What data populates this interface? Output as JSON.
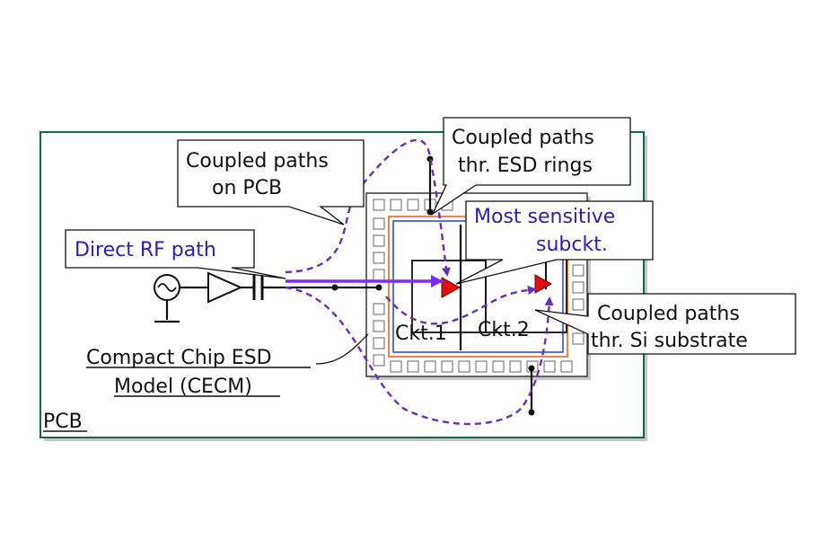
{
  "labels": {
    "pcb": "PCB",
    "coupled_pcb_line1": "Coupled paths",
    "coupled_pcb_line2": "on PCB",
    "coupled_esd_line1": "Coupled paths",
    "coupled_esd_line2": "thr. ESD rings",
    "most_sensitive_line1": "Most sensitive",
    "most_sensitive_line2": "subckt.",
    "direct_rf": "Direct RF path",
    "cecm_line1": "Compact Chip ESD",
    "cecm_line2": "Model (CECM)",
    "substrate_line1": "Coupled paths",
    "substrate_line2": "thr. Si substrate",
    "ckt1": "Ckt.1",
    "ckt2": "Ckt.2"
  },
  "colors": {
    "pcb_border": "#0f6b4e",
    "rf_path": "#7a2ff0",
    "coupled_path": "#6a2fb0",
    "sensitive_text": "#2a1fb0",
    "sensitive_marker": "#e01010",
    "esd_ring_orange": "#e2691e",
    "esd_ring_blue": "#3a4bd8"
  },
  "icons": [
    "ac-source-icon",
    "amplifier-icon",
    "capacitor-icon",
    "ground-icon"
  ]
}
